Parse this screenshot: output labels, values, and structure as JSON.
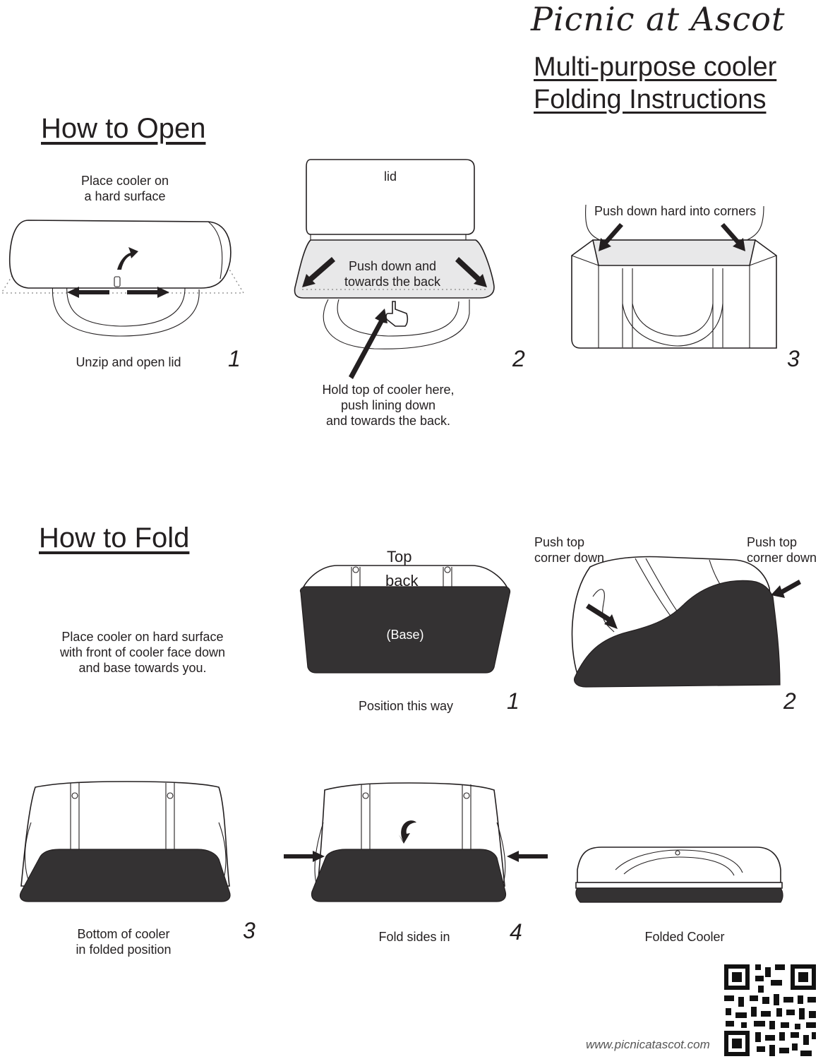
{
  "header": {
    "brand": "Picnic at Ascot",
    "title_line1": "Multi-purpose cooler",
    "title_line2": "Folding Instructions"
  },
  "open_section": {
    "heading": "How to Open",
    "step1": {
      "caption_top": [
        "Place cooler on",
        "a hard surface"
      ],
      "caption_bottom": "Unzip and open lid",
      "number": "1"
    },
    "step2": {
      "lid_label": "lid",
      "inside_text": [
        "Push down and",
        "towards the back"
      ],
      "caption": [
        "Hold top of cooler here,",
        "push lining down",
        "and towards the back."
      ],
      "number": "2"
    },
    "step3": {
      "label": "Push down hard into corners",
      "number": "3"
    }
  },
  "fold_section": {
    "heading": "How to Fold",
    "intro": [
      "Place cooler on hard surface",
      "with front of cooler face down",
      "and base towards you."
    ],
    "step1": {
      "top_label": "Top",
      "back_label": "back",
      "base_label": "(Base)",
      "caption": "Position this way",
      "number": "1"
    },
    "step2": {
      "left_label": [
        "Push top",
        "corner down"
      ],
      "right_label": [
        "Push top",
        "corner down"
      ],
      "number": "2"
    },
    "step3": {
      "caption": [
        "Bottom of cooler",
        "in folded position"
      ],
      "number": "3"
    },
    "step4": {
      "caption": "Fold sides in",
      "number": "4"
    },
    "final": {
      "caption": "Folded Cooler"
    }
  },
  "footer": {
    "url": "www.picnicatascot.com"
  },
  "colors": {
    "ink": "#231f20",
    "base_fill": "#343233",
    "lining_fill": "#e8e8e9"
  }
}
